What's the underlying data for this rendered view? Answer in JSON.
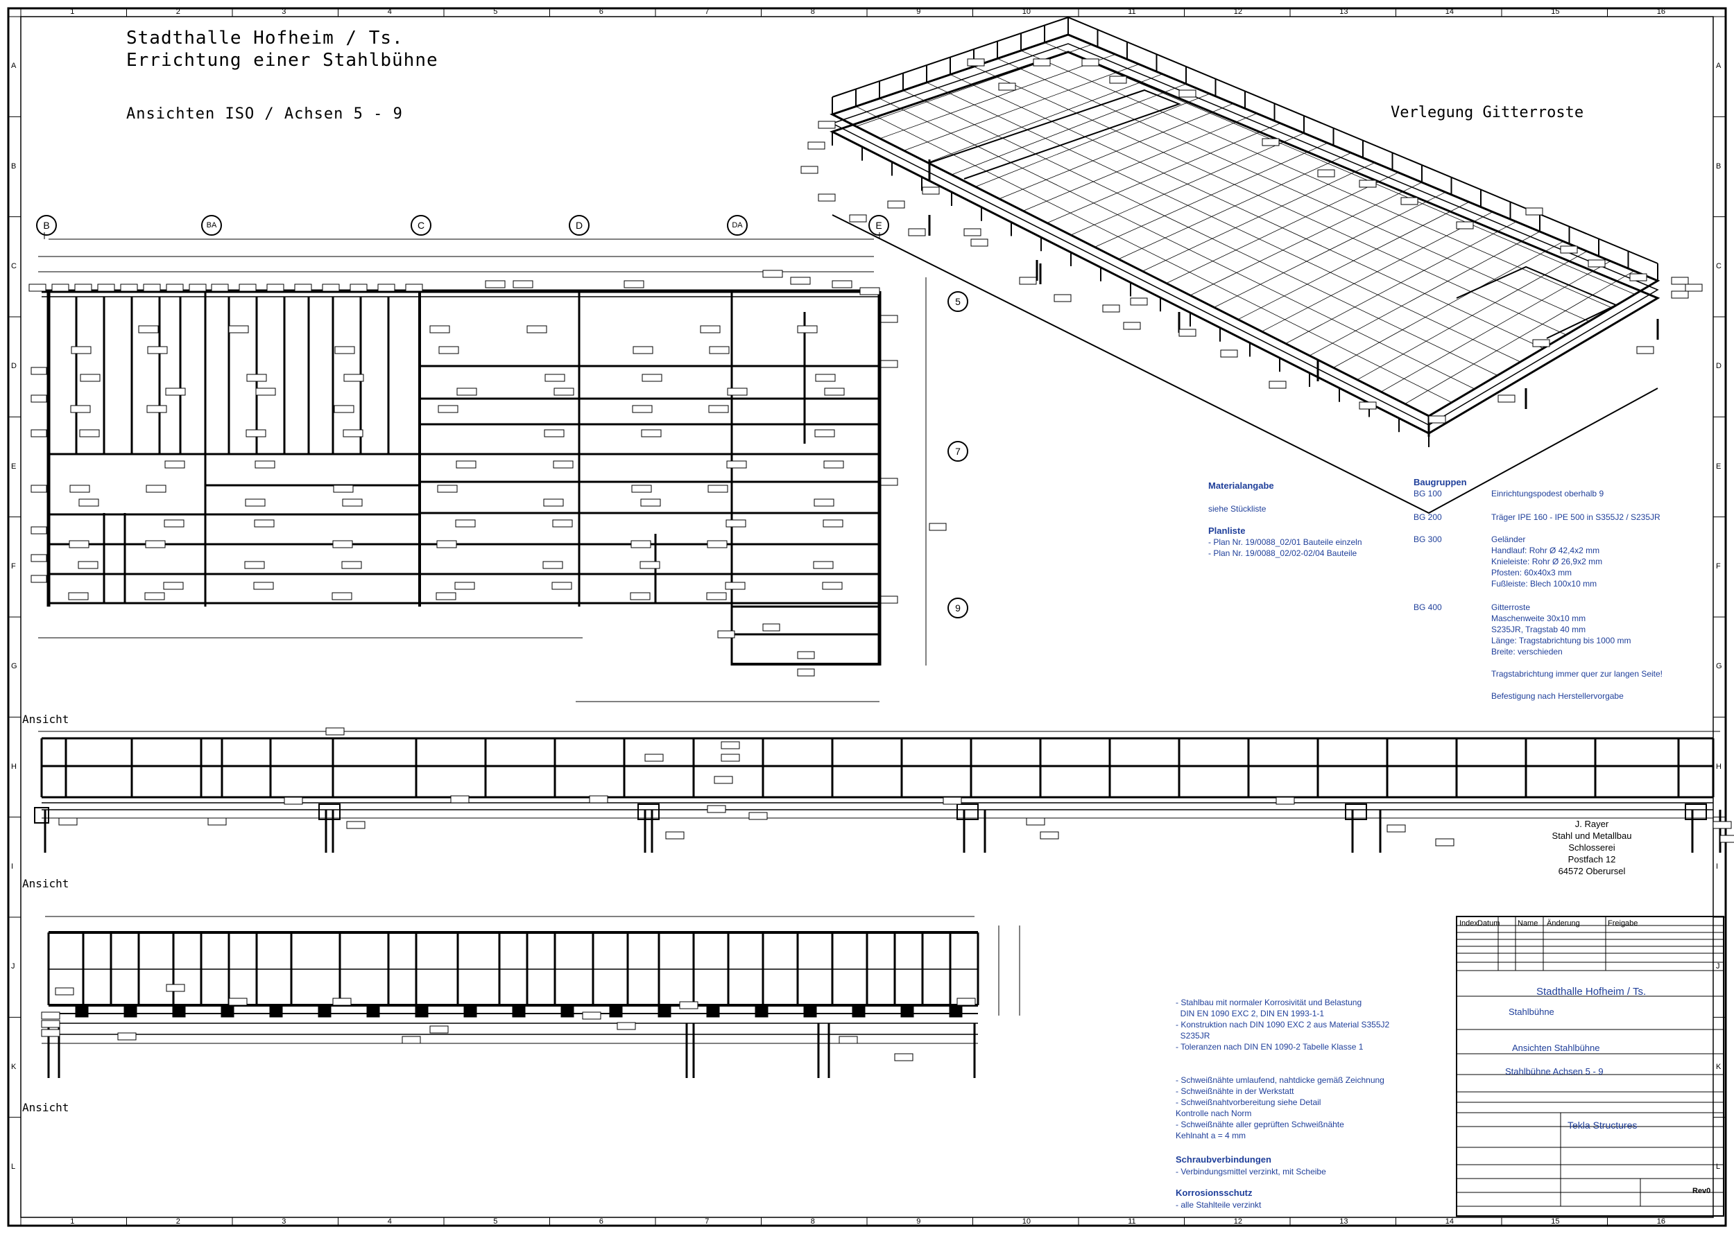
{
  "header": {
    "title_line1": "Stadthalle Hofheim / Ts.",
    "title_line2": "Errichtung einer Stahlbühne",
    "view_label": "Ansichten ISO / Achsen 5 - 9"
  },
  "iso_view": {
    "label": "Verlegung Gitterroste"
  },
  "plan_axes": {
    "columns": [
      "B",
      "BA",
      "C",
      "D",
      "DA",
      "E"
    ],
    "rows": [
      "5",
      "7",
      "9"
    ]
  },
  "elevation_labels": [
    "Ansicht",
    "Ansicht",
    "Ansicht"
  ],
  "notes": {
    "material_title": "Materialangabe",
    "material_value": "siehe Stückliste",
    "plan_title": "Planliste",
    "plan_items": [
      "- Plan Nr. 19/0088_02/01 Bauteile einzeln",
      "- Plan Nr. 19/0088_02/02-02/04 Bauteile"
    ],
    "groups_title": "Baugruppen",
    "groups": [
      {
        "code": "BG 100",
        "text": "Einrichtungspodest oberhalb 9"
      },
      {
        "code": "BG 200",
        "text": "Träger IPE 160 - IPE 500 in S355J2 / S235JR"
      },
      {
        "code": "BG 300",
        "text": "Geländer\nHandlauf: Rohr Ø 42,4x2 mm\nKnieleiste: Rohr Ø 26,9x2 mm\nPfosten: 60x40x3 mm\nFußleiste: Blech 100x10 mm"
      },
      {
        "code": "BG 400",
        "text": "Gitterroste\nMaschenweite 30x10 mm\nS235JR, Tragstab 40 mm\nLänge: Tragstabrichtung bis 1000 mm\nBreite: verschieden\n\nTragstabrichtung immer quer zur langen Seite!\n\nBefestigung nach Herstellervorgabe"
      }
    ],
    "fabrication": [
      "- Stahlbau mit normaler Korrosivität und Belastung",
      "  DIN EN 1090 EXC 2, DIN EN 1993-1-1",
      "- Konstruktion nach DIN 1090 EXC 2 aus Material S355J2",
      "  S235JR",
      "- Toleranzen nach DIN EN 1090-2 Tabelle Klasse 1"
    ],
    "welding": [
      "- Schweißnähte umlaufend, nahtdicke gemäß Zeichnung",
      "- Schweißnähte in der Werkstatt",
      "- Schweißnahtvorbereitung siehe Detail",
      "Kontrolle nach Norm",
      "- Schweißnähte aller geprüften Schweißnähte",
      "Kehlnaht a = 4 mm"
    ],
    "bolts_title": "Schraubverbindungen",
    "bolts": "- Verbindungsmittel verzinkt, mit Scheibe",
    "corrosion_title": "Korrosionsschutz",
    "corrosion": "- alle Stahlteile verzinkt"
  },
  "company": {
    "name": "J. Rayer",
    "line2": "Stahl und Metallbau",
    "line3": "Schlosserei",
    "line4": "Postfach 12",
    "line5": "64572 Oberursel"
  },
  "titleblock": {
    "revision_headers": [
      "Index",
      "Datum",
      "Name",
      "Änderung",
      "Freigabe"
    ],
    "project": "Stadthalle Hofheim / Ts.",
    "object": "Stahlbühne",
    "drawing_title": "Ansichten Stahlbühne",
    "drawing_sub": "Stahlbühne Achsen 5 - 9",
    "software": "Tekla Structures",
    "sheet_no": "Rev0"
  },
  "grid_columns": [
    "1",
    "2",
    "3",
    "4",
    "5",
    "6",
    "7",
    "8",
    "9",
    "10",
    "11",
    "12",
    "13",
    "14",
    "15",
    "16"
  ],
  "grid_rows": [
    "A",
    "B",
    "C",
    "D",
    "E",
    "F",
    "G",
    "H",
    "I",
    "J",
    "K",
    "L"
  ]
}
